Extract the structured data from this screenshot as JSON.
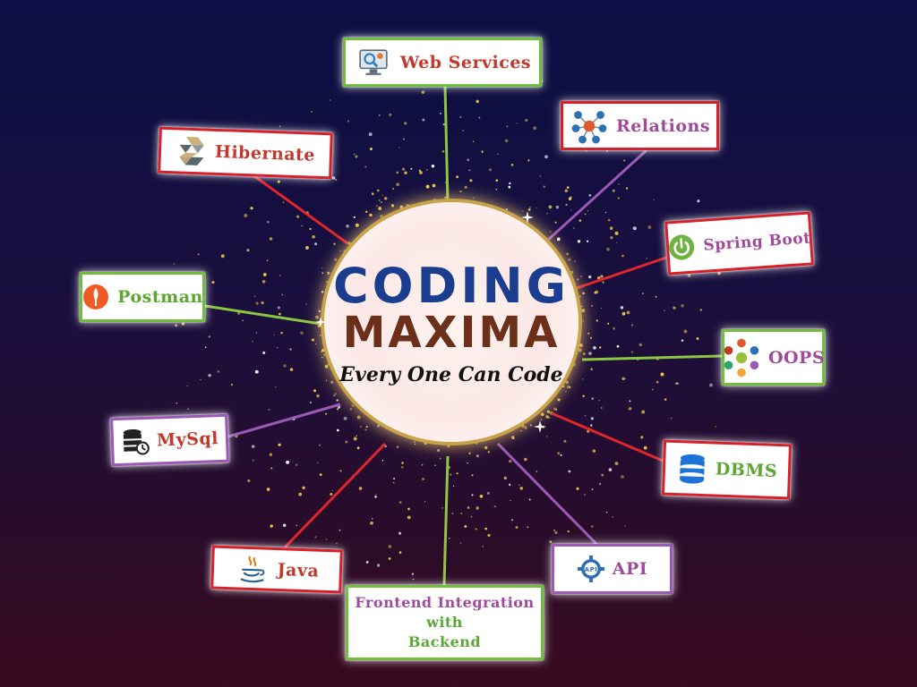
{
  "hub": {
    "logo_line1": "CODING",
    "logo_line2": "MAXIMA",
    "tagline": "Every One Can Code"
  },
  "nodes": [
    {
      "id": "web-services",
      "label": "Web Services",
      "icon": "monitor-gear-icon",
      "border": "#6fbf3a",
      "text_color": "#c0392b"
    },
    {
      "id": "relations",
      "label": "Relations",
      "icon": "network-nodes-icon",
      "border": "#d6202a",
      "text_color": "#a04a9a"
    },
    {
      "id": "spring-boot",
      "label": "Spring Boot",
      "icon": "power-icon",
      "border": "#d6202a",
      "text_color": "#a04a9a"
    },
    {
      "id": "oops",
      "label": "OOPS",
      "icon": "concept-wheel-icon",
      "border": "#6fbf3a",
      "text_color": "#a04a9a"
    },
    {
      "id": "dbms",
      "label": "DBMS",
      "icon": "database-icon",
      "border": "#d6202a",
      "text_color": "#5aa832"
    },
    {
      "id": "api",
      "label": "API",
      "icon": "api-gear-icon",
      "border": "#9b59b6",
      "text_color": "#a04a9a"
    },
    {
      "id": "frontend",
      "label_lines": [
        "Frontend Integration",
        "with",
        "Backend"
      ],
      "border": "#6fbf3a",
      "text_color": "#a04a9a"
    },
    {
      "id": "java",
      "label": "Java",
      "icon": "coffee-cup-icon",
      "border": "#d6202a",
      "text_color": "#c0392b"
    },
    {
      "id": "mysql",
      "label": "MySql",
      "icon": "database-clock-icon",
      "border": "#9b59b6",
      "text_color": "#c0392b"
    },
    {
      "id": "postman",
      "label": "Postman",
      "icon": "rocket-circle-icon",
      "border": "#6fbf3a",
      "text_color": "#5aa832"
    },
    {
      "id": "hibernate",
      "label": "Hibernate",
      "icon": "cube-icon",
      "border": "#d6202a",
      "text_color": "#c0392b"
    }
  ],
  "connector_colors": {
    "green": "#8dc63f",
    "red": "#e0252d",
    "purple": "#9b59b6"
  },
  "background_colors": [
    "#0b0f45",
    "#3a0a1e"
  ],
  "accent_gold": "#f2c94c"
}
